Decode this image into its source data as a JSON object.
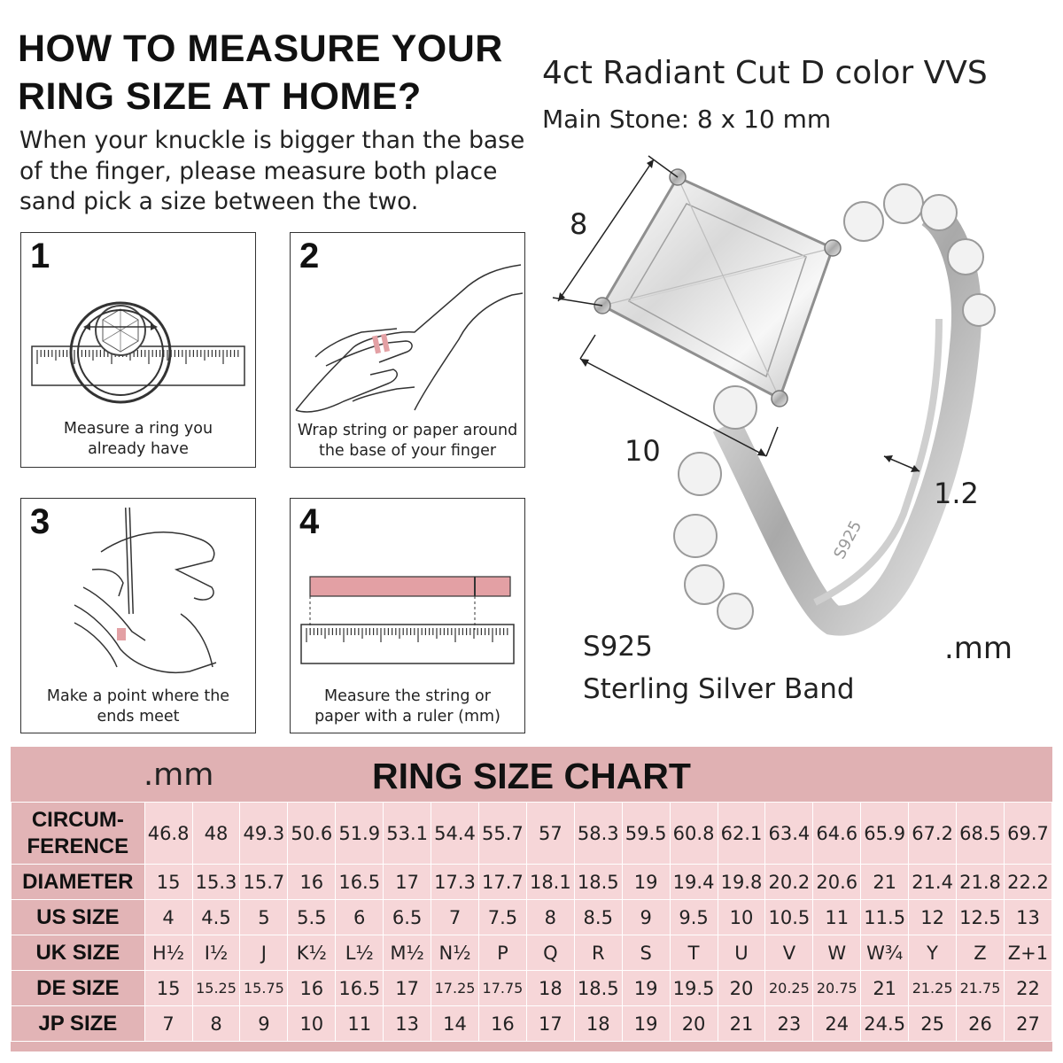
{
  "heading": {
    "line1": "HOW TO MEASURE YOUR",
    "line2": "RING SIZE AT HOME?"
  },
  "intro": "When your knuckle is bigger than the base of the finger, please measure both place sand pick a size between the two.",
  "steps": [
    {
      "number": "1",
      "caption": "Measure a ring you already have",
      "icon": "ring-on-ruler-icon"
    },
    {
      "number": "2",
      "caption": "Wrap string or paper around the base of your finger",
      "icon": "hand-with-string-icon"
    },
    {
      "number": "3",
      "caption": "Make a point where the ends meet",
      "icon": "hand-marking-pen-icon"
    },
    {
      "number": "4",
      "caption": "Measure the string or paper with a ruler (mm)",
      "icon": "string-on-ruler-icon"
    }
  ],
  "product": {
    "title": "4ct Radiant Cut D color VVS",
    "main_stone": "Main Stone: 8 x 10 mm",
    "dim_width": "8",
    "dim_length": "10",
    "dim_band": "1.2",
    "unit": ".mm",
    "metal_code": "S925",
    "metal_desc": "Sterling Silver Band",
    "band_stamp": "S925"
  },
  "chart": {
    "title": "RING SIZE CHART",
    "unit": ".mm",
    "header_color": "#e0b1b3",
    "cell_color": "#f6d6d8",
    "rows": [
      {
        "label1": "CIRCUM-",
        "label2": "FERENCE",
        "values": [
          "46.8",
          "48",
          "49.3",
          "50.6",
          "51.9",
          "53.1",
          "54.4",
          "55.7",
          "57",
          "58.3",
          "59.5",
          "60.8",
          "62.1",
          "63.4",
          "64.6",
          "65.9",
          "67.2",
          "68.5",
          "69.7"
        ]
      },
      {
        "label1": "DIAMETER",
        "label2": "",
        "values": [
          "15",
          "15.3",
          "15.7",
          "16",
          "16.5",
          "17",
          "17.3",
          "17.7",
          "18.1",
          "18.5",
          "19",
          "19.4",
          "19.8",
          "20.2",
          "20.6",
          "21",
          "21.4",
          "21.8",
          "22.2"
        ]
      },
      {
        "label1": "US SIZE",
        "label2": "",
        "values": [
          "4",
          "4.5",
          "5",
          "5.5",
          "6",
          "6.5",
          "7",
          "7.5",
          "8",
          "8.5",
          "9",
          "9.5",
          "10",
          "10.5",
          "11",
          "11.5",
          "12",
          "12.5",
          "13"
        ]
      },
      {
        "label1": "UK SIZE",
        "label2": "",
        "values": [
          "H½",
          "I½",
          "J",
          "K½",
          "L½",
          "M½",
          "N½",
          "P",
          "Q",
          "R",
          "S",
          "T",
          "U",
          "V",
          "W",
          "W¾",
          "Y",
          "Z",
          "Z+1"
        ]
      },
      {
        "label1": "DE SIZE",
        "label2": "",
        "values": [
          "15",
          "15.25",
          "15.75",
          "16",
          "16.5",
          "17",
          "17.25",
          "17.75",
          "18",
          "18.5",
          "19",
          "19.5",
          "20",
          "20.25",
          "20.75",
          "21",
          "21.25",
          "21.75",
          "22"
        ]
      },
      {
        "label1": "JP SIZE",
        "label2": "",
        "values": [
          "7",
          "8",
          "9",
          "10",
          "11",
          "13",
          "14",
          "16",
          "17",
          "18",
          "19",
          "20",
          "21",
          "23",
          "24",
          "24.5",
          "25",
          "26",
          "27"
        ]
      }
    ]
  }
}
